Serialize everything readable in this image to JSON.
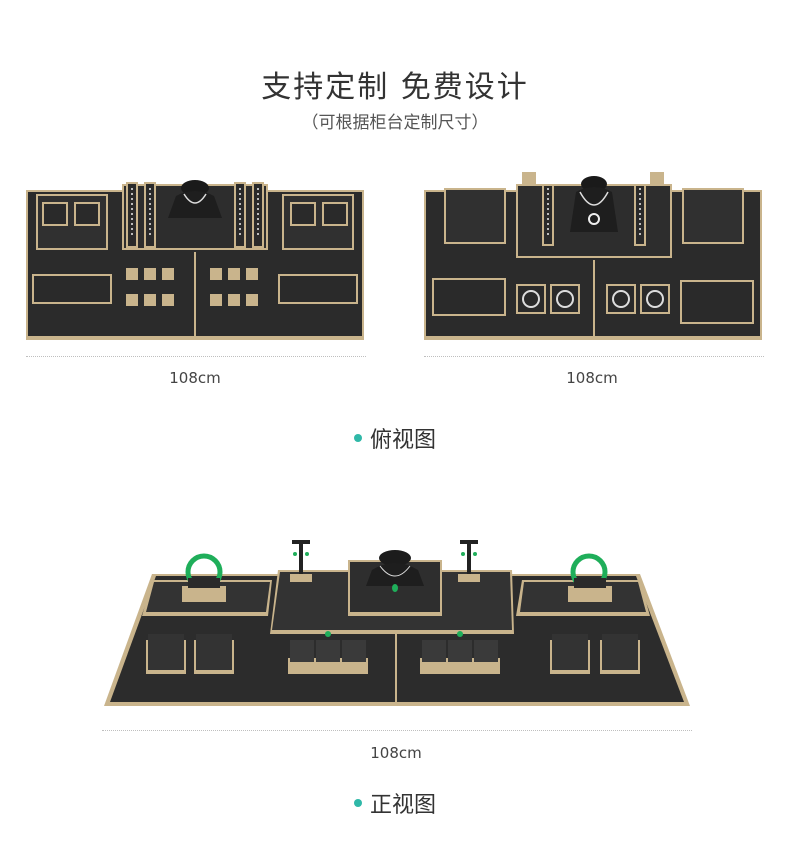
{
  "heading": {
    "title": "支持定制  免费设计",
    "subtitle": "（可根据柜台定制尺寸）"
  },
  "top_views": {
    "left_width_label": "108cm",
    "right_width_label": "108cm",
    "caption": "俯视图"
  },
  "front_view": {
    "width_label": "108cm",
    "caption": "正视图"
  },
  "colors": {
    "accent": "#7fd9cd",
    "bullet": "#2fb8a8",
    "leather": "#2b2b2b",
    "trim": "#c9b48c",
    "jade": "#1fae5a"
  }
}
